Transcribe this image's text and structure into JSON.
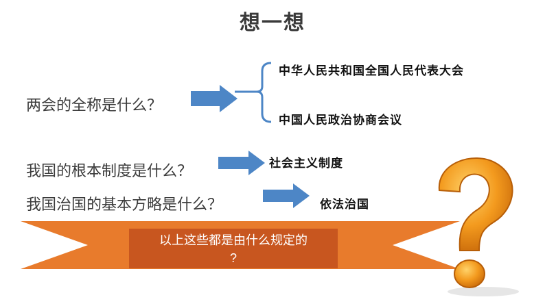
{
  "title": "想一想",
  "questions": [
    {
      "text": "两会的全称是什么？"
    },
    {
      "text": "我国的根本制度是什么？"
    },
    {
      "text": "我国治国的基本方略是什么？"
    }
  ],
  "answers": {
    "npc": "中华人民共和国全国人民代表大会",
    "cppcc": "中国人民政治协商会议",
    "system": "社会主义制度",
    "rule": "依法治国"
  },
  "banner": {
    "line1": "以上这些都是由什么规定的",
    "line2": "?"
  },
  "colors": {
    "arrow": "#4d86c6",
    "banner": "#e87b2c",
    "banner_box": "#c8561f",
    "question_mark": "#f39a1e"
  },
  "icons": {
    "question_mark": "question-mark-3d-icon"
  }
}
